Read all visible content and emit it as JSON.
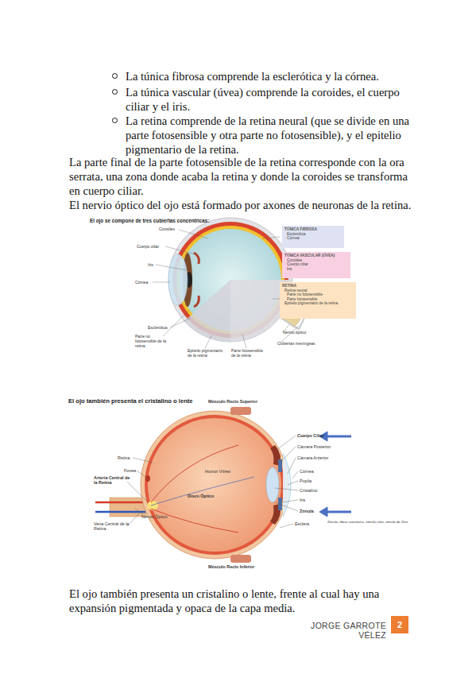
{
  "diagram": {
    "nodes": [
      {
        "text": [
          "TÚNICA FIBROSA",
          "Esclerótica",
          "Córnea"
        ]
      },
      {
        "text": [
          "TÚNICA VASCULAR (ÚVEA)",
          "Coroides",
          "Cuerpo ciliar",
          "Iris"
        ]
      },
      {
        "text": [
          "RETINA",
          "Retina neural",
          "Parte no fotosensible",
          "Parte fotosensible",
          "Epitelio pigmentario de la retina"
        ]
      }
    ],
    "labels": [
      "La túnica fibrosa comprende la esclerótica y la córnea.",
      "La túnica vascular (úvea) comprende la coroides, el cuerpo ciliar y el iris.",
      "La retina comprende de la retina neural (que se divide en una parte fotosensible y otra parte no fotosensible), y el epitelio pigmentario de la retina.",
      "La parte final de la parte fotosensible de la retina corresponde con la ora serrata, una zona donde acaba la retina y donde la coroides se transforma en cuerpo ciliar.",
      "El nervio óptico del ojo está formado por axones de neuronas de la retina.",
      "El ojo se compone de tres cubiertas concéntricas:",
      "Coroides",
      "Cuerpo ciliar",
      "Iris",
      "Córnea",
      "Esclerótica",
      "Parte no fotosensible de la retina",
      "Epitelio pigmentario de la retina",
      "Parte fotosensible de la retina",
      "Nervio óptico",
      "Cubiertas meníngeas",
      "El ojo también presenta el cristalino o lente",
      "Músculo Recto Superior",
      "Cuerpo Ciliar",
      "Cámara Posterior",
      "Cámara Anterior",
      "Córnea",
      "Pupila",
      "Cristalino",
      "Iris",
      "Zónula",
      "Esclera",
      "Zónula, fibras zonulares, zónula ciliar, zónula de Zinn",
      "Retina",
      "Fovea",
      "Arteria Central de la Retina",
      "Humor Vítreo",
      "Disco Óptico",
      "Nervio Óptico",
      "Vena Central de la Retina",
      "Músculo Recto Inferior",
      "El ojo también presenta un cristalino o lente, frente al cual hay una expansión pigmentada y opaca de la capa media.",
      "JORGE GARROTE VÉLEZ",
      "2"
    ]
  }
}
